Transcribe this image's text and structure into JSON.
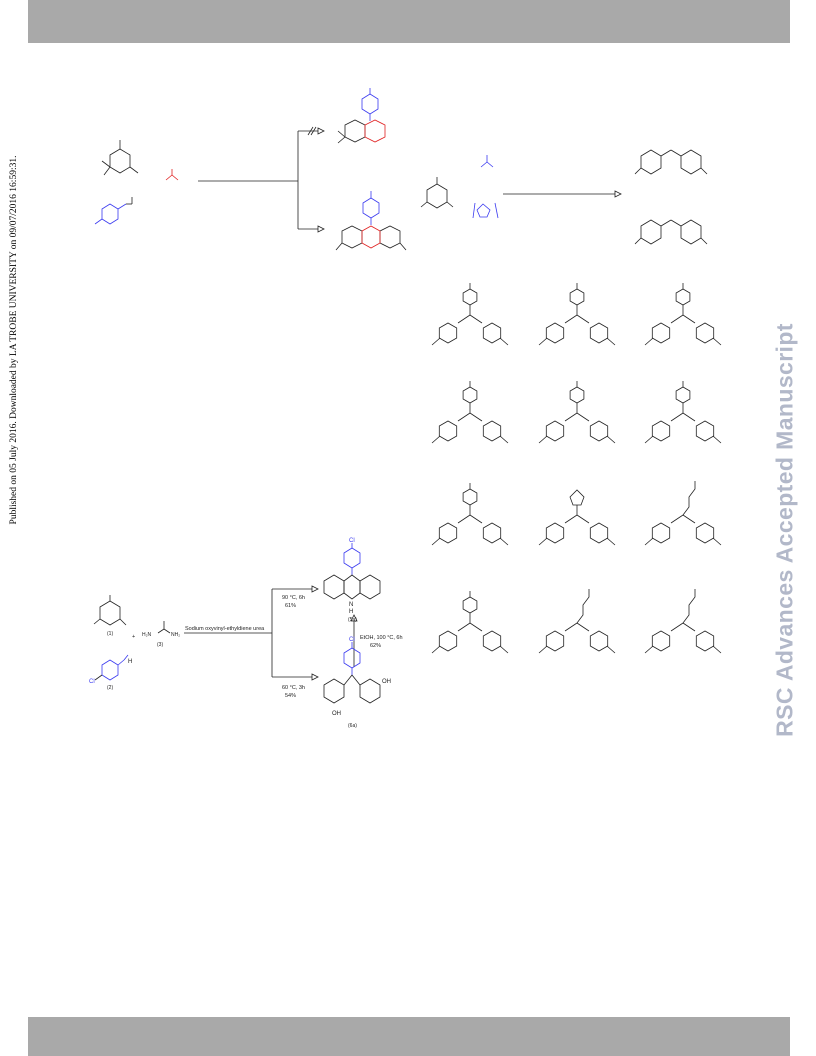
{
  "header": {
    "bar_color": "#a9a9a9"
  },
  "footer": {
    "bar_color": "#a9a9a9"
  },
  "side_note": "Published on 05 July 2016. Downloaded by LA TROBE UNIVERSITY on 09/07/2016 16:59:31.",
  "watermark": "RSC Advances Accepted Manuscript",
  "scheme3": {
    "compound_labels": [
      "(1)",
      "(2)",
      "(3)",
      "(5a)",
      "(6a)"
    ],
    "reagent": "H₂N",
    "reagent_tail": "NH₂",
    "plus": "+",
    "arrow_top_label": "Sodium oxyvinyl-ethyldiene urea",
    "branch_top_label": [
      "90 °C, 6h",
      "61%"
    ],
    "branch_bottom_label": [
      "60 °C, 3h",
      "54%"
    ],
    "up_arrow_label": [
      "EtOH, 100 °C, 6h",
      "62%"
    ],
    "heteroatoms": {
      "cl": "Cl",
      "h": "H",
      "n": "N",
      "nh": "H",
      "oh": "OH"
    }
  },
  "colors": {
    "blue": "#3a3af0",
    "red": "#e02020",
    "watermark": "#b2b8c9"
  }
}
